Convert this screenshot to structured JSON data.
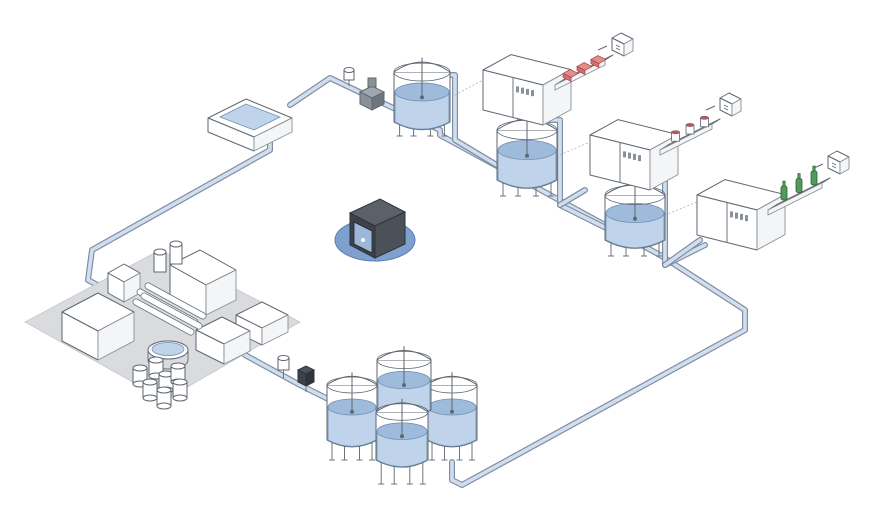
{
  "colors": {
    "pipe_outline": "#7c8ea6",
    "pipe_fill": "#d3deed",
    "water": "#bfd3ea",
    "water_dark": "#9fbbdc",
    "outline": "#5f6770",
    "ground": "#d9dbde",
    "controller_disc": "#7ea0cf",
    "controller_body": "#3c4249",
    "package": "#e38d8d",
    "cans": "#c8505a",
    "bottles": "#4f9c5b"
  },
  "scene": {
    "components": [
      "rooftop-reservoir",
      "water-treatment-plant",
      "storage-tank-cluster",
      "process-tank-1",
      "process-tank-2",
      "process-tank-3",
      "filling-machine-1",
      "filling-machine-2",
      "filling-machine-3",
      "conveyor-packages",
      "conveyor-cans",
      "conveyor-bottles",
      "shipping-box-1",
      "shipping-box-2",
      "shipping-box-3",
      "control-unit"
    ],
    "sensor_icons": [
      "flow-sensor-icon",
      "flow-sensor-icon",
      "conductivity-sensor-icon",
      "valve-icon",
      "analyzer-icon"
    ]
  }
}
